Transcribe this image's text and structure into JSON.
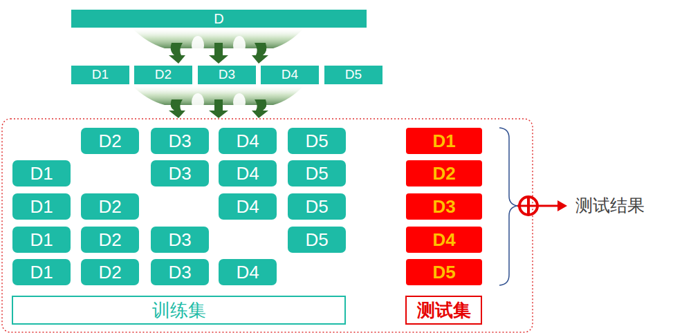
{
  "diagram": {
    "nodes": [
      {
        "text": [
          "D"
        ]
      },
      {
        "text": [
          "D1"
        ]
      },
      {
        "text": [
          "D2"
        ]
      },
      {
        "text": [
          "D3"
        ]
      },
      {
        "text": [
          "D4"
        ]
      },
      {
        "text": [
          "D5"
        ]
      },
      {
        "text": [
          "D2"
        ]
      },
      {
        "text": [
          "D3"
        ]
      },
      {
        "text": [
          "D4"
        ]
      },
      {
        "text": [
          "D5"
        ]
      },
      {
        "text": [
          "D1"
        ]
      },
      {
        "text": [
          "D1"
        ]
      },
      {
        "text": [
          "D3"
        ]
      },
      {
        "text": [
          "D4"
        ]
      },
      {
        "text": [
          "D5"
        ]
      },
      {
        "text": [
          "D2"
        ]
      },
      {
        "text": [
          "D1"
        ]
      },
      {
        "text": [
          "D2"
        ]
      },
      {
        "text": [
          "D4"
        ]
      },
      {
        "text": [
          "D5"
        ]
      },
      {
        "text": [
          "D3"
        ]
      },
      {
        "text": [
          "D1"
        ]
      },
      {
        "text": [
          "D2"
        ]
      },
      {
        "text": [
          "D3"
        ]
      },
      {
        "text": [
          "D5"
        ]
      },
      {
        "text": [
          "D4"
        ]
      },
      {
        "text": [
          "D1"
        ]
      },
      {
        "text": [
          "D2"
        ]
      },
      {
        "text": [
          "D3"
        ]
      },
      {
        "text": [
          "D4"
        ]
      },
      {
        "text": [
          "D5"
        ]
      },
      {
        "text": [
          "训练集"
        ]
      },
      {
        "text": [
          "测试集"
        ]
      }
    ],
    "labels": [
      "测试结果"
    ]
  }
}
